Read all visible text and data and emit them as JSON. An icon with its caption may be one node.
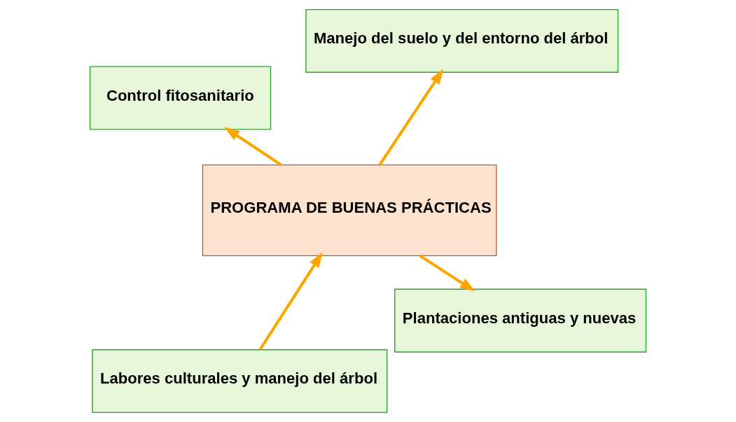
{
  "diagram": {
    "nodes": [
      {
        "text": [
          "PROGRAMA DE BUENAS PRÁCTICAS"
        ]
      },
      {
        "text": [
          "Plantaciones antiguas y nuevas"
        ]
      },
      {
        "text": [
          "Labores culturales y manejo del árbol"
        ]
      },
      {
        "text": [
          "Control fitosanitario"
        ]
      },
      {
        "text": [
          "Manejo del suelo y del entorno del árbol"
        ]
      }
    ],
    "edges": [
      {
        "from": 0,
        "to": 1,
        "arrow": "to"
      },
      {
        "from": 2,
        "to": 0,
        "arrow": "to"
      },
      {
        "from": 0,
        "to": 3,
        "arrow": "to"
      },
      {
        "from": 0,
        "to": 4,
        "arrow": "to"
      }
    ]
  }
}
